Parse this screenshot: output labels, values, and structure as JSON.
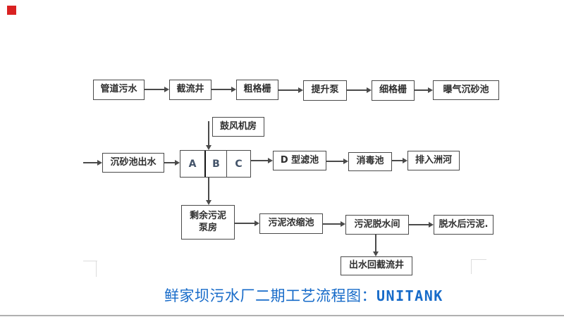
{
  "colors": {
    "caption_blue": "#176BC9",
    "marker_red": "#D92121",
    "box_border": "#4A4A4A",
    "unitank_letters": "#44546A"
  },
  "caption": {
    "zh": "鲜家坝污水厂二期工艺流程图：",
    "en": "UNITANK"
  },
  "flowchart": {
    "nodes": {
      "pipe_sewage": "管道污水",
      "intercept_well": "截流井",
      "coarse_screen": "粗格栅",
      "lift_pump": "提升泵",
      "fine_screen": "细格栅",
      "aerated_grit_tank": "曝气沉砂池",
      "grit_tank_outflow": "沉砂池出水",
      "blower_room": "鼓风机房",
      "unitank_cell_a": "A",
      "unitank_cell_b": "B",
      "unitank_cell_c": "C",
      "d_type_filter": "D 型滤池",
      "disinfection_tank": "消毒池",
      "discharge_to_river": "排入洲河",
      "surplus_sludge_line1": "剩余污泥",
      "surplus_sludge_line2": "泵房",
      "sludge_thickener": "污泥浓缩池",
      "sludge_dewatering_room": "污泥脱水间",
      "dewatered_sludge": "脱水后污泥.",
      "outflow_return_well": "出水回截流井"
    }
  }
}
